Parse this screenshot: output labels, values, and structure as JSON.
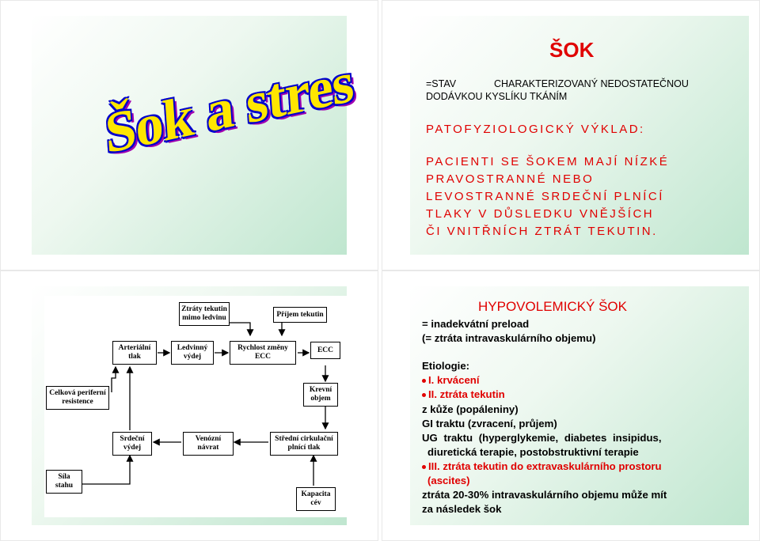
{
  "slide1": {
    "title": "Šok a stres"
  },
  "slide2": {
    "title": "ŠOK",
    "def_a": "=STAV",
    "def_b": "CHARAKTERIZOVANÝ NEDOSTATEČNOU",
    "def_c": "DODÁVKOU KYSLÍKU TKÁNÍM",
    "lines": [
      "PATOFYZIOLOGICKÝ VÝKLAD:",
      "PACIENTI SE ŠOKEM MAJÍ NÍZKÉ",
      "PRAVOSTRANNÉ NEBO",
      "LEVOSTRANNÉ SRDEČNÍ PLNÍCÍ",
      "TLAKY V DŮSLEDKU VNĚJŠÍCH",
      "ČI VNITŘNÍCH ZTRÁT  TEKUTIN."
    ]
  },
  "diagram": {
    "ztraty": [
      "Ztráty tekutin",
      "mimo ledvinu"
    ],
    "prijem": [
      "Příjem tekutin"
    ],
    "arterialni": [
      "Arteriální",
      "tlak"
    ],
    "ledvinny": [
      "Ledvinný",
      "výdej"
    ],
    "rychlost": [
      "Rychlost změny",
      "ECC"
    ],
    "ecc": [
      "ECC"
    ],
    "celkova": [
      "Celková periferní",
      "resistence"
    ],
    "krevni": [
      "Krevní",
      "objem"
    ],
    "srdecni": [
      "Srdeční",
      "výdej"
    ],
    "venozni": [
      "Venózní",
      "návrat"
    ],
    "stredni": [
      "Střední cirkulační",
      "plnící tlak"
    ],
    "sila": [
      "Síla",
      "stahu"
    ],
    "kapacita": [
      "Kapacita",
      "cév"
    ]
  },
  "slide4": {
    "title": "HYPOVOLEMICKÝ ŠOK",
    "line1": "= inadekvátní preload",
    "line2": "(= ztráta intravaskulárního objemu)",
    "etiologie": "Etiologie:",
    "item1": "I. krvácení",
    "item2": "II. ztráta tekutin",
    "line3": "z kůže (popáleniny)",
    "line4": "GI traktu (zvracení, průjem)",
    "line5": "UG  traktu  (hyperglykemie,  diabetes  insipidus,",
    "line6": "diuretická terapie, postobstruktivní terapie",
    "item3": "III. ztráta tekutin do extravaskulárního prostoru",
    "line7": "(ascites)",
    "line8": "ztráta 20-30% intravaskulárního objemu může mít",
    "line9": "za následek šok"
  },
  "colors": {
    "red": "#e00000",
    "green_gradient": "#bfe6cf",
    "title_yellow": "#ffe600",
    "title_blue": "#0000cc"
  }
}
